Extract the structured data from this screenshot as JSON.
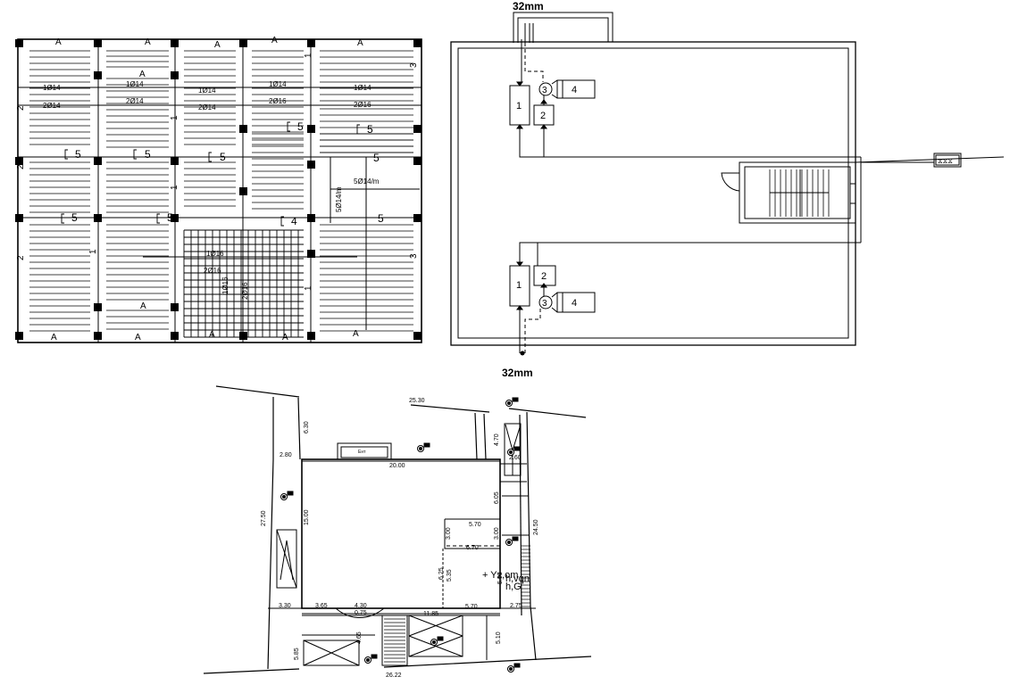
{
  "slab_plan": {
    "beam_mark": "A",
    "panel_mark": "5",
    "panel_mark_small": "4",
    "bar_labels": [
      "1Ø14",
      "2Ø14",
      "1Ø14",
      "2Ø14",
      "1Ø14",
      "2Ø14",
      "1Ø14",
      "2Ø16",
      "1Ø16",
      "2Ø16"
    ],
    "spacing_label_a": "5Ø14/m",
    "spacing_label_b": "5Ø14/m",
    "section_marks": [
      "1",
      "2",
      "3"
    ]
  },
  "water_plan": {
    "pipe_label_top": "32mm",
    "pipe_label_bottom": "32mm",
    "unit_labels": [
      "1",
      "2",
      "3",
      "4"
    ]
  },
  "site_plan": {
    "dims": {
      "d25_30": "25.30",
      "d6_30": "6.30",
      "d2_80": "2.80",
      "d20_00": "20.00",
      "d4_70": "4.70",
      "d2_60": "2.60",
      "d6_05": "6.05",
      "d27_50": "27.50",
      "d15_00": "15.00",
      "d24_50": "24.50",
      "d5_70": "5.70",
      "d3_00a": "3.00",
      "d3_00b": "3.00",
      "d6_70": "6.70",
      "d6_25": "6.25",
      "d5_35": "5.35",
      "d5_95": "5.95",
      "d3_30": "3.30",
      "d3_65": "3.65",
      "d4_30": "4.30",
      "d0_75": "0.75",
      "d11_85": "11.85",
      "d5_70b": "5.70",
      "d2_75": "2.75",
      "d5_10": "5.10",
      "d5_85": "5.85",
      "d4_65": "4.65",
      "d26_22": "26.22"
    },
    "note_line1": "+ Yz,om",
    "note_line2": "h,vqn",
    "note_line3": "h,G",
    "entry_label": "Ент"
  }
}
